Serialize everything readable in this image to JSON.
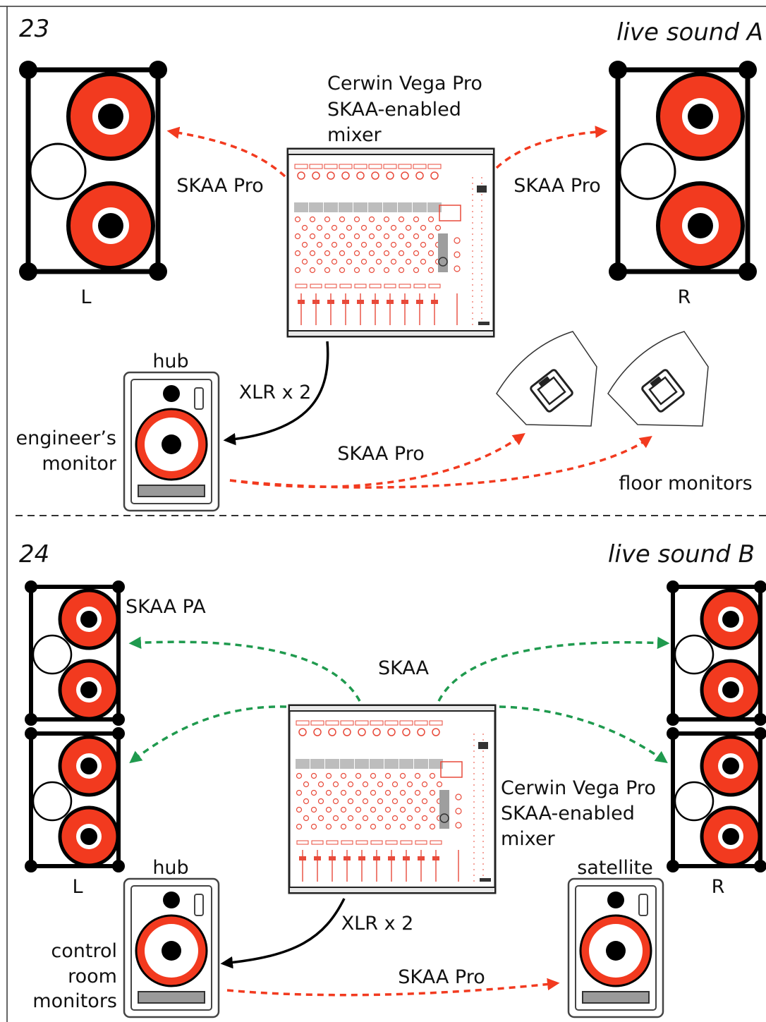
{
  "sectionA": {
    "number": "23",
    "title": "live sound A",
    "mixer_label": [
      "Cerwin Vega Pro",
      "SKAA-enabled",
      "mixer"
    ],
    "left_link_label": "SKAA Pro",
    "right_link_label": "SKAA Pro",
    "left_speaker_label": "L",
    "right_speaker_label": "R",
    "hub_label": "hub",
    "cable_label": "XLR x 2",
    "monitor_label": [
      "engineer’s",
      "monitor"
    ],
    "monitor_link_label": "SKAA Pro",
    "floor_monitors_label": "floor monitors"
  },
  "sectionB": {
    "number": "24",
    "title": "live sound B",
    "pa_label": "SKAA PA",
    "link_label": "SKAA",
    "mixer_label": [
      "Cerwin Vega Pro",
      "SKAA-enabled",
      "mixer"
    ],
    "left_speaker_label": "L",
    "right_speaker_label": "R",
    "hub_label": "hub",
    "cable_label": "XLR x 2",
    "monitor_label": [
      "control",
      "room",
      "monitors"
    ],
    "satellite_label": "satellite",
    "satellite_link_label": "SKAA Pro"
  },
  "colors": {
    "speaker_red": "#f23a1f",
    "skaa_pro_arrow": "#f23a1f",
    "skaa_arrow": "#1f9a4e",
    "line": "#111111"
  }
}
